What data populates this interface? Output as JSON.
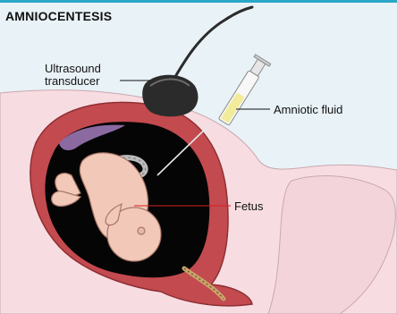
{
  "title": "AMNIOCENTESIS",
  "labels": {
    "transducer_line1": "Ultrasound",
    "transducer_line2": "transducer",
    "amniotic_fluid": "Amniotic fluid",
    "fetus": "Fetus"
  },
  "colors": {
    "frame_top": "#2aa7c9",
    "background": "#e9f2f7",
    "skin": "#f7dde2",
    "uterus_wall": "#c34a4f",
    "amniotic_sac": "#000000",
    "fetus": "#f2c9b8",
    "transducer": "#2b2b2b",
    "fluid": "#f2ec9a",
    "leader_line": "#d62020"
  }
}
